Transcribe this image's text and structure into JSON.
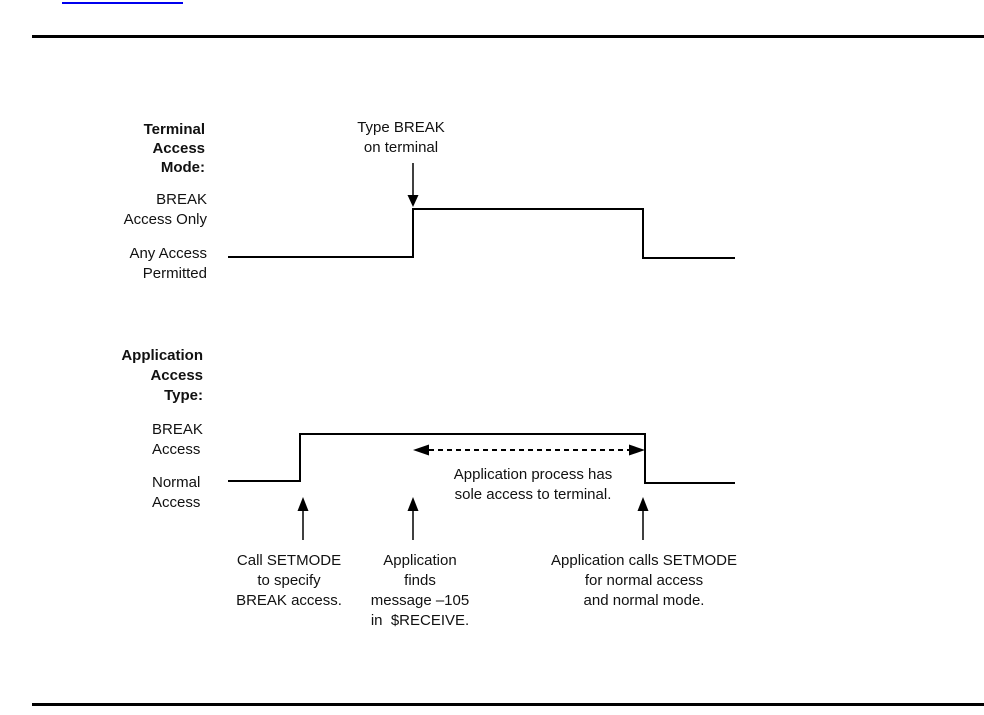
{
  "figure": {
    "link": {
      "color": "#0000ee"
    },
    "terminal_diagram": {
      "title": "Terminal\nAccess\nMode:",
      "high_state": "BREAK\nAccess Only",
      "low_state": "Any Access\nPermitted",
      "event": "Type BREAK\non terminal",
      "waveform_states": [
        "Any Access Permitted",
        "BREAK Access Only",
        "Any Access Permitted"
      ]
    },
    "application_diagram": {
      "title": "Application\nAccess\nType:",
      "high_state": "BREAK\nAccess",
      "low_state": "Normal\nAccess",
      "span_note": "Application process has\nsole access to terminal.",
      "events": [
        "Call SETMODE\nto specify\nBREAK access.",
        "Application\nfinds\nmessage –105\nin  $RECEIVE.",
        "Application calls SETMODE\nfor normal access\nand normal mode."
      ],
      "waveform_states": [
        "Normal Access",
        "BREAK Access",
        "Normal Access"
      ]
    }
  }
}
